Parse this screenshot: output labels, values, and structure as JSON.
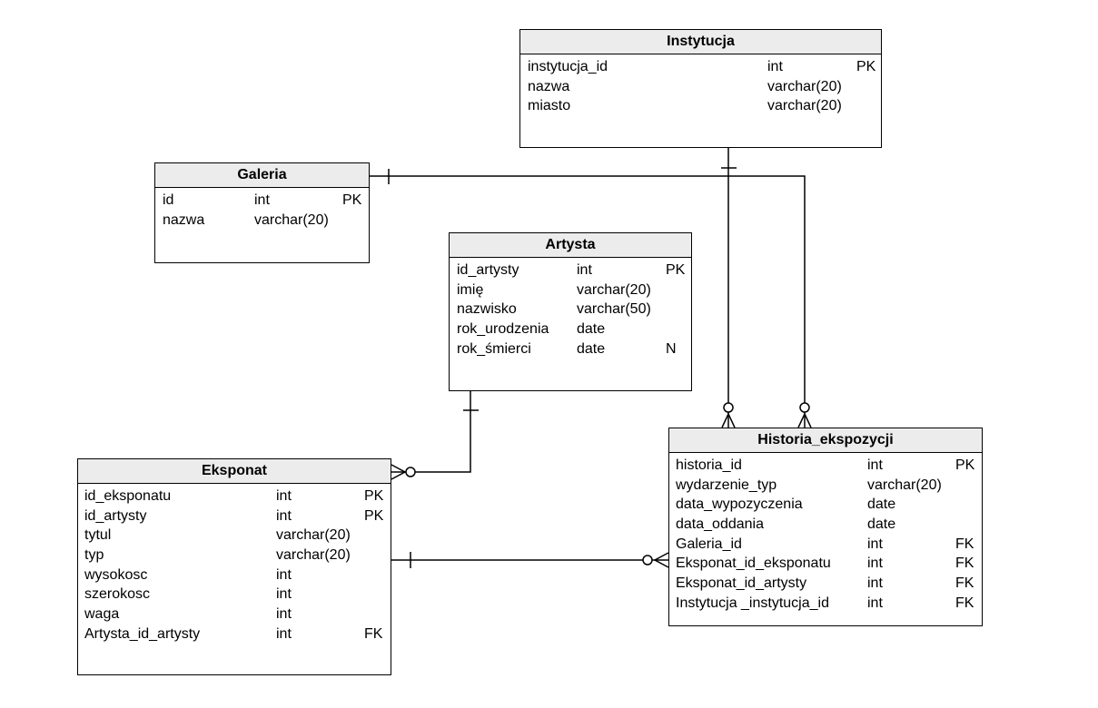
{
  "entities": {
    "instytucja": {
      "title": "Instytucja",
      "rows": [
        {
          "name": "instytucja_id",
          "type": "int",
          "key": "PK"
        },
        {
          "name": "nazwa",
          "type": "varchar(20)",
          "key": ""
        },
        {
          "name": "miasto",
          "type": "varchar(20)",
          "key": ""
        }
      ]
    },
    "galeria": {
      "title": "Galeria",
      "rows": [
        {
          "name": "id",
          "type": "int",
          "key": "PK"
        },
        {
          "name": "nazwa",
          "type": "varchar(20)",
          "key": ""
        }
      ]
    },
    "artysta": {
      "title": "Artysta",
      "rows": [
        {
          "name": "id_artysty",
          "type": "int",
          "key": "PK"
        },
        {
          "name": "imię",
          "type": "varchar(20)",
          "key": ""
        },
        {
          "name": "nazwisko",
          "type": "varchar(50)",
          "key": ""
        },
        {
          "name": "rok_urodzenia",
          "type": "date",
          "key": ""
        },
        {
          "name": "rok_śmierci",
          "type": "date",
          "key": "N"
        }
      ]
    },
    "eksponat": {
      "title": "Eksponat",
      "rows": [
        {
          "name": "id_eksponatu",
          "type": "int",
          "key": "PK"
        },
        {
          "name": "id_artysty",
          "type": "int",
          "key": "PK"
        },
        {
          "name": "tytul",
          "type": "varchar(20)",
          "key": ""
        },
        {
          "name": "typ",
          "type": "varchar(20)",
          "key": ""
        },
        {
          "name": "wysokosc",
          "type": "int",
          "key": ""
        },
        {
          "name": "szerokosc",
          "type": "int",
          "key": ""
        },
        {
          "name": "waga",
          "type": "int",
          "key": ""
        },
        {
          "name": "Artysta_id_artysty",
          "type": "int",
          "key": "FK"
        }
      ]
    },
    "historia": {
      "title": "Historia_ekspozycji",
      "rows": [
        {
          "name": "historia_id",
          "type": "int",
          "key": "PK"
        },
        {
          "name": "wydarzenie_typ",
          "type": "varchar(20)",
          "key": ""
        },
        {
          "name": "data_wypozyczenia",
          "type": "date",
          "key": ""
        },
        {
          "name": "data_oddania",
          "type": "date",
          "key": ""
        },
        {
          "name": "Galeria_id",
          "type": "int",
          "key": "FK"
        },
        {
          "name": "Eksponat_id_eksponatu",
          "type": "int",
          "key": "FK"
        },
        {
          "name": "Eksponat_id_artysty",
          "type": "int",
          "key": "FK"
        },
        {
          "name": "Instytucja _instytucja_id",
          "type": "int",
          "key": "FK"
        }
      ]
    }
  },
  "relationships": [
    {
      "from": "instytucja",
      "to": "historia",
      "from_card": "one",
      "to_card": "zero-or-many"
    },
    {
      "from": "galeria",
      "to": "historia",
      "from_card": "one",
      "to_card": "zero-or-many"
    },
    {
      "from": "artysta",
      "to": "eksponat",
      "from_card": "one",
      "to_card": "zero-or-many"
    },
    {
      "from": "eksponat",
      "to": "historia",
      "from_card": "one",
      "to_card": "zero-or-many"
    }
  ],
  "colors": {
    "header_bg": "#ececec",
    "line": "#000000",
    "background": "#ffffff"
  }
}
